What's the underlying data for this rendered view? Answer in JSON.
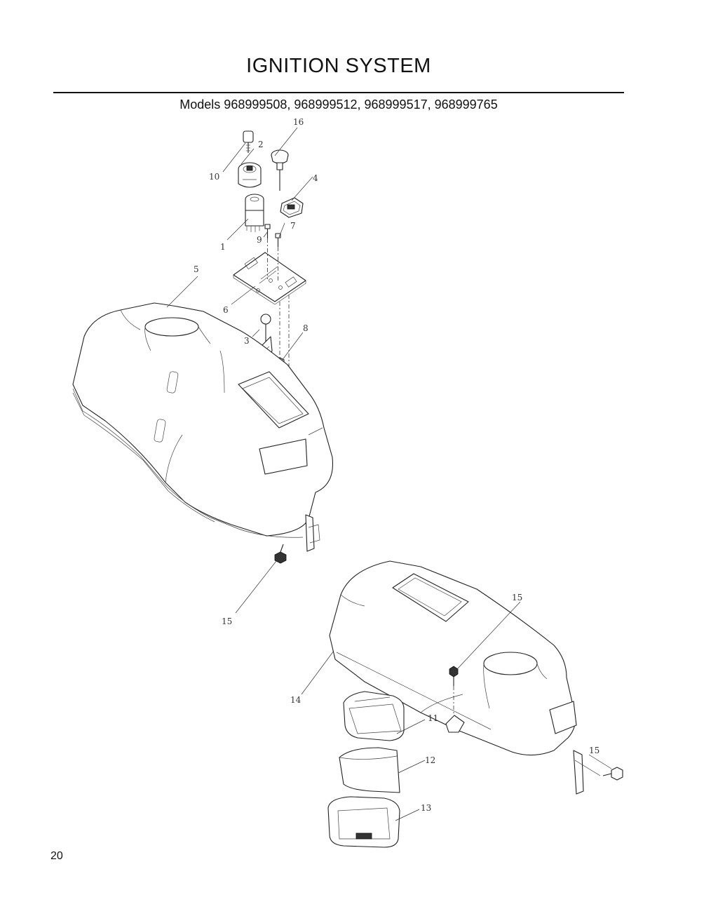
{
  "page": {
    "title": "IGNITION SYSTEM",
    "subtitle": "Models 968999508, 968999512, 968999517, 968999765",
    "page_number": "20"
  },
  "callouts": {
    "c1": "1",
    "c2": "2",
    "c3": "3",
    "c4": "4",
    "c5": "5",
    "c6": "6",
    "c7": "7",
    "c8": "8",
    "c9": "9",
    "c10": "10",
    "c11": "11",
    "c12": "12",
    "c13": "13",
    "c14": "14",
    "c15a": "15",
    "c15b": "15",
    "c15c": "15",
    "c16": "16"
  }
}
